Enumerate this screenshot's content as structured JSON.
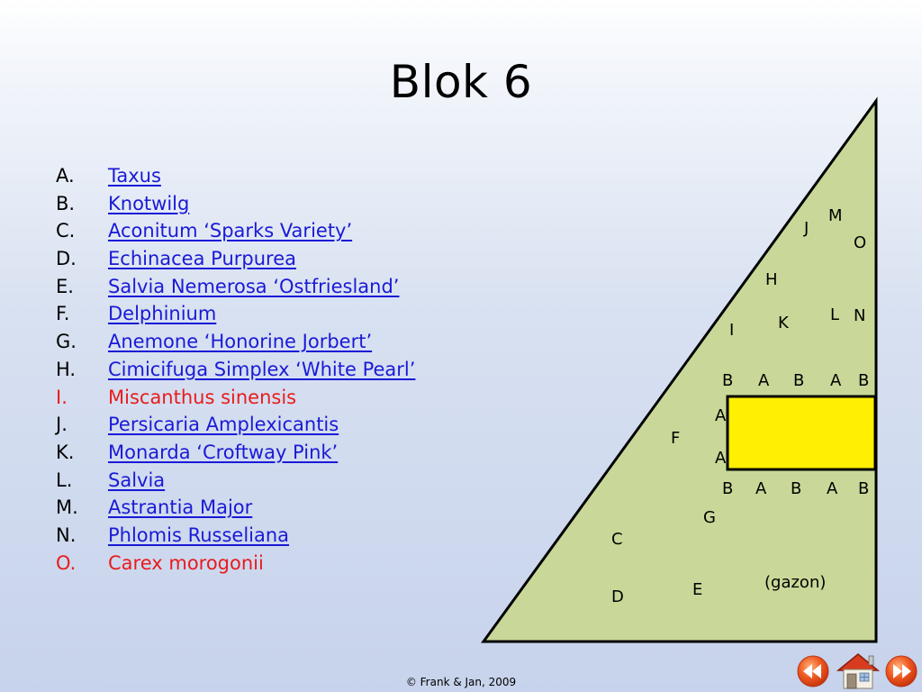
{
  "slide": {
    "title": "Blok 6",
    "footer": "© Frank & Jan, 2009"
  },
  "plants": [
    {
      "letter": "A.",
      "name": "Taxus",
      "highlight": false
    },
    {
      "letter": "B.",
      "name": "Knotwilg",
      "highlight": false
    },
    {
      "letter": "C.",
      "name": "Aconitum ‘Sparks Variety’",
      "highlight": false
    },
    {
      "letter": "D.",
      "name": "Echinacea Purpurea",
      "highlight": false
    },
    {
      "letter": "E.",
      "name": "Salvia Nemerosa ‘Ostfriesland’",
      "highlight": false
    },
    {
      "letter": "F.",
      "name": "Delphinium",
      "highlight": false
    },
    {
      "letter": "G.",
      "name": "Anemone ‘Honorine Jorbert’",
      "highlight": false
    },
    {
      "letter": "H.",
      "name": "Cimicifuga Simplex ‘White Pearl’",
      "highlight": false
    },
    {
      "letter": "I.",
      "name": "Miscanthus sinensis",
      "highlight": true
    },
    {
      "letter": "J.",
      "name": "Persicaria Amplexicantis",
      "highlight": false
    },
    {
      "letter": "K.",
      "name": "Monarda ‘Croftway Pink’",
      "highlight": false
    },
    {
      "letter": "L.",
      "name": "Salvia",
      "highlight": false
    },
    {
      "letter": "M.",
      "name": "Astrantia Major",
      "highlight": false
    },
    {
      "letter": "N.",
      "name": "Phlomis Russeliana",
      "highlight": false
    },
    {
      "letter": "O.",
      "name": "Carex morogonii",
      "highlight": true
    }
  ],
  "garden": {
    "labels": {
      "j": "J",
      "m": "M",
      "o": "O",
      "h": "H",
      "l": "L",
      "n": "N",
      "k": "K",
      "i": "I",
      "top_row": [
        "B",
        "A",
        "B",
        "A",
        "B"
      ],
      "side_top": "A",
      "side_bottom": "A",
      "f": "F",
      "bottom_row": [
        "B",
        "A",
        "B",
        "A",
        "B"
      ],
      "g": "G",
      "c": "C",
      "d": "D",
      "e": "E",
      "lawn": "(gazon)"
    },
    "colors": {
      "bed_fill": "#c9d898",
      "bed_stroke": "#000000",
      "box_fill": "#ffef00"
    }
  },
  "navigation": {
    "prev_icon": "rewind-icon",
    "home_icon": "home-icon",
    "next_icon": "fast-forward-icon"
  },
  "colors": {
    "link": "#1a1ad6",
    "highlight": "#e81c1c",
    "nav_orange": "#e24a1a"
  }
}
